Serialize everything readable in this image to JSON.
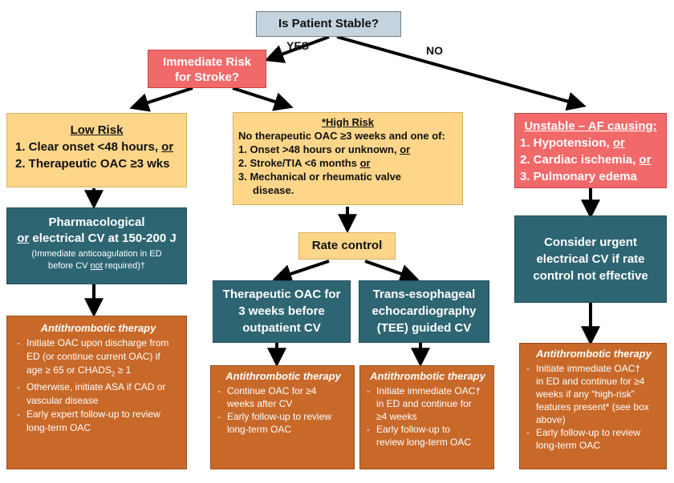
{
  "top": {
    "question": "Is Patient Stable?"
  },
  "labels": {
    "yes": "YES",
    "no": "NO"
  },
  "stroke": {
    "line1": "Immediate Risk",
    "line2": "for Stroke?"
  },
  "low_risk": {
    "title": "Low Risk",
    "item1_main": "1. Clear onset <48 hours, ",
    "item1_or": "or",
    "item2": "2. Therapeutic OAC ≥3 wks"
  },
  "high_risk": {
    "title": "*High Risk",
    "intro": "No therapeutic OAC ≥3 weeks and one of:",
    "item1_main": "1. Onset >48 hours or unknown, ",
    "item1_or": "or",
    "item2_main": "2. Stroke/TIA <6 months ",
    "item2_or": "or",
    "item3_line1": "3. Mechanical or rheumatic valve",
    "item3_line2": "disease."
  },
  "unstable": {
    "title": "Unstable – AF causing:",
    "item1_main": "1. Hypotension, ",
    "item1_or": "or",
    "item2_main": "2. Cardiac ischemia, ",
    "item2_or": "or",
    "item3": "3. Pulmonary edema"
  },
  "pharm": {
    "line1": "Pharmacological",
    "line2_or": "or",
    "line2_rest": " electrical CV at 150-200 J",
    "note1": "(Immediate anticoagulation in ED",
    "note2_a": "before CV ",
    "note2_not": "not",
    "note2_b": " required)†"
  },
  "rate_control": {
    "label": "Rate control"
  },
  "urgent": {
    "line1": "Consider urgent",
    "line2": "electrical CV if rate",
    "line3": "control not effective"
  },
  "ther_oac": {
    "line1": "Therapeutic OAC for",
    "line2": "3 weeks before",
    "line3": "outpatient CV"
  },
  "tee": {
    "line1": "Trans-esophageal",
    "line2": "echocardiography",
    "line3": "(TEE) guided CV"
  },
  "anti_left": {
    "title": "Antithrombotic therapy",
    "b1_line1": "Initiate OAC upon discharge from",
    "b1_line2": "ED (or continue current OAC) if",
    "b1_line3": "age ≥ 65 or CHADS",
    "b1_sub": "2",
    "b1_end": " ≥ 1",
    "b2_line1": "Otherwise, initiate ASA if CAD or",
    "b2_line2": "vascular disease",
    "b3_line1": "Early expert follow-up to review",
    "b3_line2": "long-term OAC"
  },
  "anti_mid1": {
    "title": "Antithrombotic therapy",
    "b1_line1": "Continue OAC for ≥4",
    "b1_line2": "weeks after CV",
    "b2_line1": "Early follow-up to review",
    "b2_line2": "long-term OAC"
  },
  "anti_mid2": {
    "title": "Antithrombotic therapy",
    "b1_line1": "Initiate immediate OAC†",
    "b1_line2": "in ED and  continue for",
    "b1_line3": "≥4 weeks",
    "b2_line1": "Early follow-up to",
    "b2_line2": "review long-term OAC"
  },
  "anti_right": {
    "title": "Antithrombotic therapy",
    "b1_line1": "Initiate immediate OAC†",
    "b1_line2": "in ED and continue for ≥4",
    "b1_line3": "weeks if any “high-risk”",
    "b1_line4": "features present* (see box",
    "b1_line5": "above)",
    "b2_line1": "Early follow-up to review",
    "b2_line2": "long-term OAC"
  },
  "colors": {
    "gray": "#c5d3df",
    "red": "#f2696a",
    "yellow": "#fdd68a",
    "teal": "#2e6573",
    "orange": "#c8692a"
  }
}
